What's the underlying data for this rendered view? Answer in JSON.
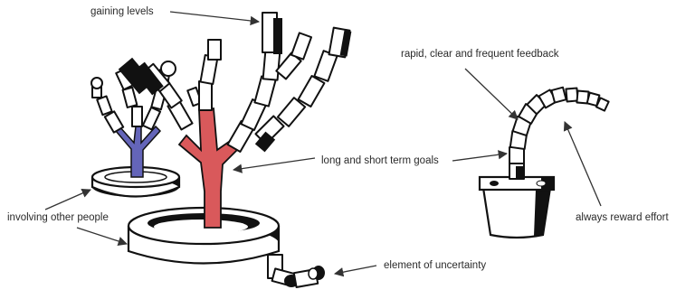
{
  "labels": {
    "gaining_levels": "gaining levels",
    "feedback": "rapid, clear and frequent feedback",
    "goals": "long and short term goals",
    "involving": "involving other people",
    "reward": "always reward effort",
    "uncertainty": "element of uncertainty"
  },
  "colors": {
    "red_trunk": "#d9595b",
    "blue_trunk": "#6465b9",
    "outline": "#111111",
    "fill": "#ffffff",
    "text": "#2a2a2a",
    "arrow": "#333333"
  }
}
